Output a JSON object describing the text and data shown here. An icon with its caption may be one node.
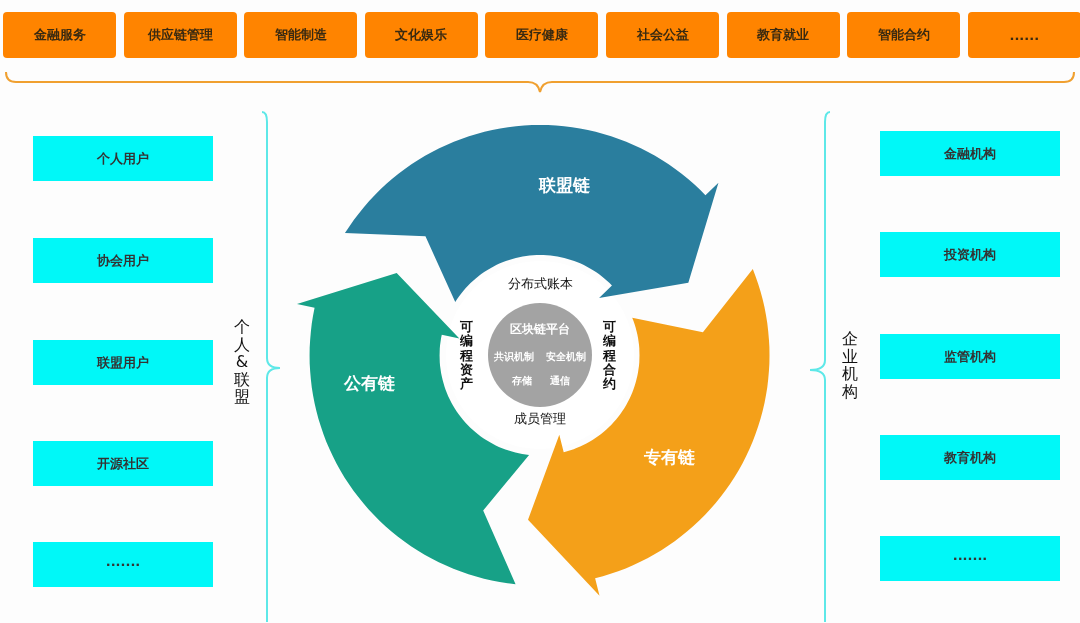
{
  "diagram": {
    "nodes": [
      {
        "text": [
          "金融服务"
        ]
      },
      {
        "text": [
          "供应链管理"
        ]
      },
      {
        "text": [
          "智能制造"
        ]
      },
      {
        "text": [
          "文化娱乐"
        ]
      },
      {
        "text": [
          "医疗健康"
        ]
      },
      {
        "text": [
          "社会公益"
        ]
      },
      {
        "text": [
          "教育就业"
        ]
      },
      {
        "text": [
          "智能合约"
        ]
      },
      {
        "text": [
          "......"
        ]
      },
      {
        "text": [
          "个人用户"
        ]
      },
      {
        "text": [
          "协会用户"
        ]
      },
      {
        "text": [
          "联盟用户"
        ]
      },
      {
        "text": [
          "开源社区"
        ]
      },
      {
        "text": [
          "·······"
        ]
      },
      {
        "text": [
          "金融机构"
        ]
      },
      {
        "text": [
          "投资机构"
        ]
      },
      {
        "text": [
          "监管机构"
        ]
      },
      {
        "text": [
          "教育机构"
        ]
      },
      {
        "text": [
          "·······"
        ]
      },
      {
        "text": [
          "联盟链"
        ]
      },
      {
        "text": [
          "公有链"
        ]
      },
      {
        "text": [
          "专有链"
        ]
      },
      {
        "text": [
          "区块链平台",
          "共识机制",
          "安全机制",
          "存储",
          "通信"
        ]
      }
    ],
    "labels": [
      "个人&联盟",
      "企业机构",
      "分布式账本",
      "可编程资产",
      "可编程合约",
      "成员管理"
    ]
  }
}
